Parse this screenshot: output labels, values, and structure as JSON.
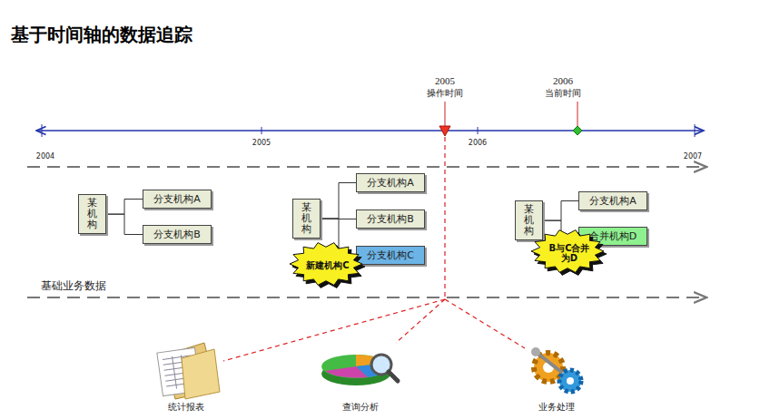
{
  "diagram": {
    "title": "基于时间轴的数据追踪",
    "nodes": [
      {
        "text": [
          "某机构"
        ]
      },
      {
        "text": [
          "分支机构A"
        ]
      },
      {
        "text": [
          "分支机构B"
        ]
      },
      {
        "text": [
          "某机构"
        ]
      },
      {
        "text": [
          "分支机构A"
        ]
      },
      {
        "text": [
          "分支机构B"
        ]
      },
      {
        "text": [
          "分支机构C"
        ]
      },
      {
        "text": [
          "新建机构C"
        ]
      },
      {
        "text": [
          "某机构"
        ]
      },
      {
        "text": [
          "分支机构A"
        ]
      },
      {
        "text": [
          "合并机构D"
        ]
      },
      {
        "text": [
          "B与C合并为D"
        ]
      }
    ],
    "edges": [
      {
        "from": 0,
        "to": 1,
        "arrow": "none"
      },
      {
        "from": 0,
        "to": 2,
        "arrow": "none"
      },
      {
        "from": 3,
        "to": 4,
        "arrow": "none"
      },
      {
        "from": 3,
        "to": 5,
        "arrow": "none"
      },
      {
        "from": 3,
        "to": 6,
        "arrow": "none"
      },
      {
        "from": 8,
        "to": 9,
        "arrow": "none"
      },
      {
        "from": 8,
        "to": 10,
        "arrow": "none"
      }
    ],
    "labels": [
      "2005",
      "操作时间",
      "2006",
      "当前时间",
      "2004",
      "2005",
      "2006",
      "2007",
      "基础业务数据",
      "统计报表",
      "查询分析",
      "业务处理"
    ]
  }
}
